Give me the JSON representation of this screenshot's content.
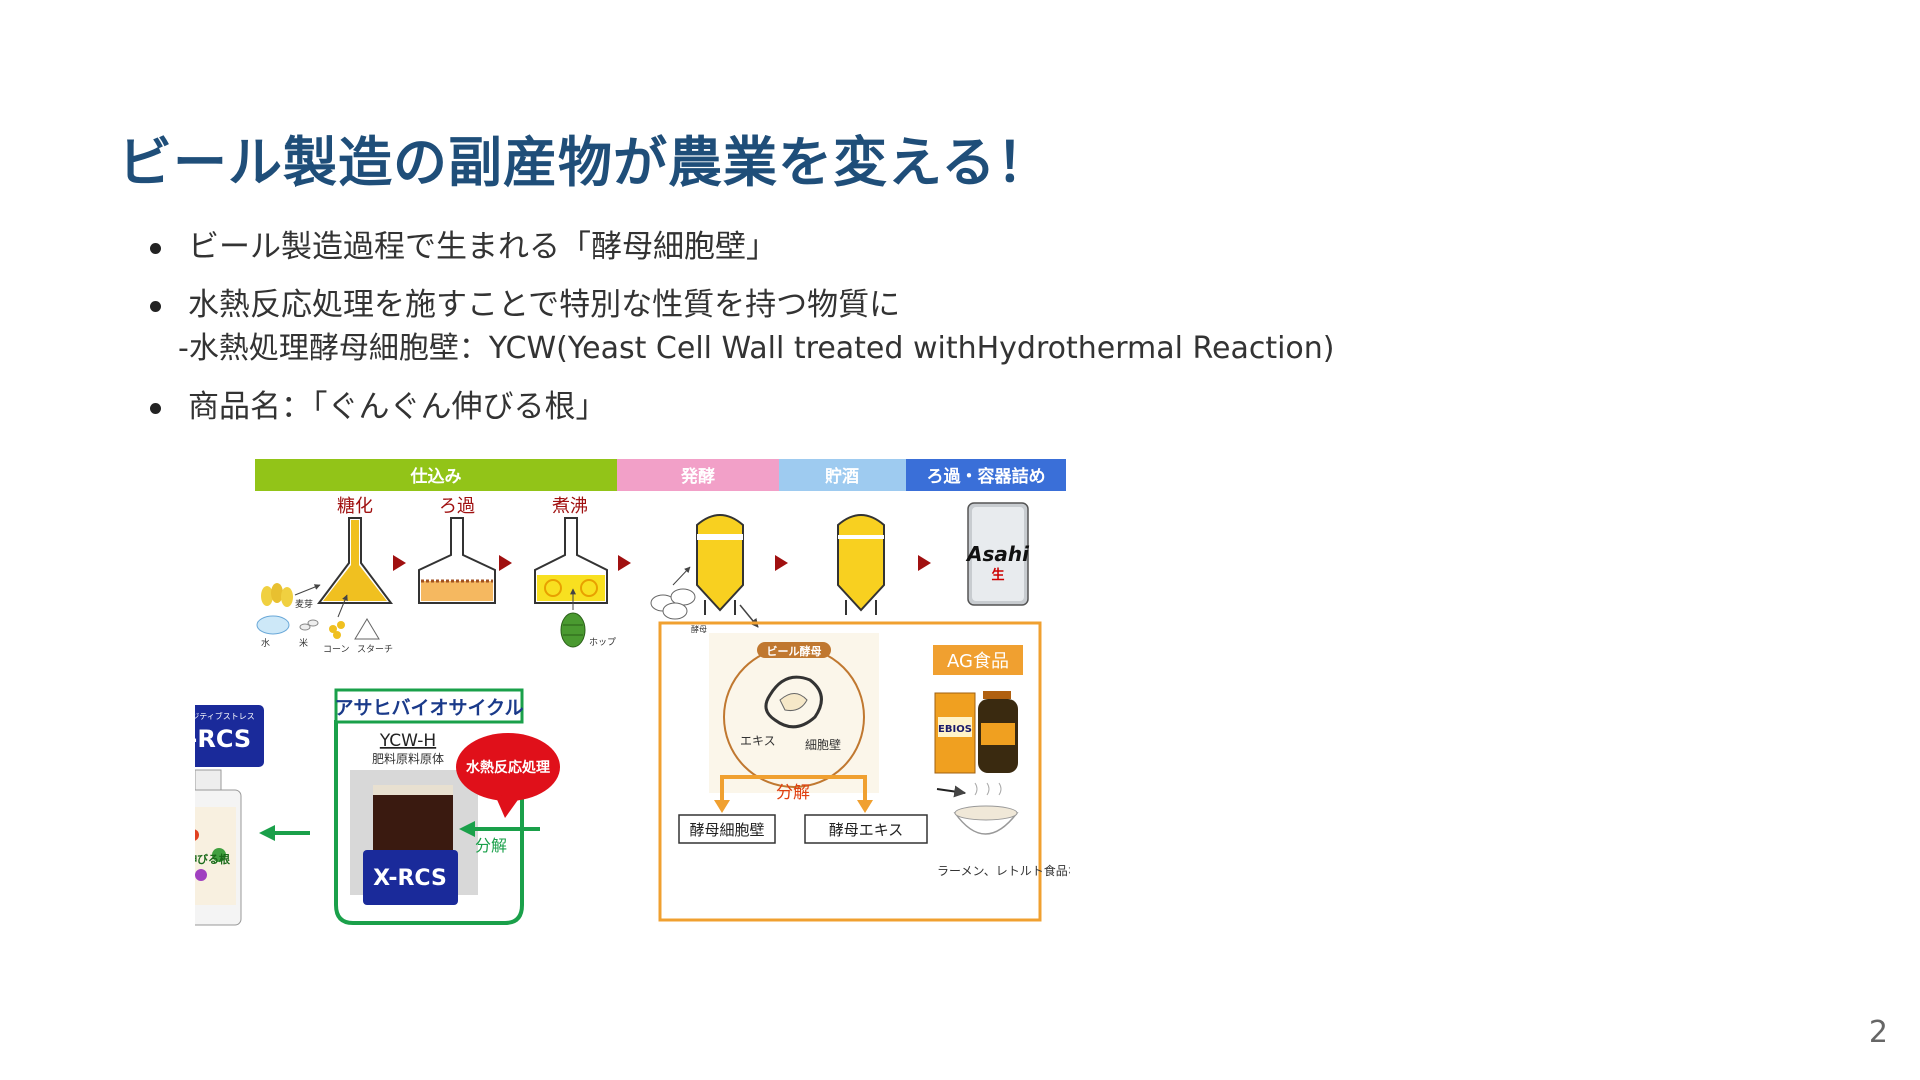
{
  "slide": {
    "title": "ビール製造の副産物が農業を変える！",
    "bullets": [
      {
        "text": "ビール製造過程で生まれる「酵母細胞壁」"
      },
      {
        "text": "水熱反応処理を施すことで特別な性質を持つ物質に",
        "sub": "-水熱処理酵母細胞壁：YCW(Yeast Cell Wall treated withHydrothermal Reaction)"
      },
      {
        "text": "商品名：「ぐんぐん伸びる根」"
      }
    ],
    "page_number": "2"
  },
  "figure": {
    "stage_bar": {
      "stages": [
        {
          "label": "仕込み",
          "color": "#92c418"
        },
        {
          "label": "発酵",
          "color": "#f2a0c8"
        },
        {
          "label": "貯酒",
          "color": "#9ecbf0"
        },
        {
          "label": "ろ過・容器詰め",
          "color": "#3a6fd8"
        }
      ]
    },
    "steps": {
      "saccharification": "糖化",
      "filtration": "ろ過",
      "boiling": "煮沸"
    },
    "ingredients": {
      "malt": "麦芽",
      "water": "水",
      "rice": "米",
      "corn": "コーン",
      "starch": "スターチ",
      "hops": "ホップ",
      "yeast": "酵母"
    },
    "can": {
      "brand": "Asahi",
      "sub": "生"
    },
    "beer_yeast_panel": {
      "title": "ビール酵母",
      "extract": "エキス",
      "cell_wall": "細胞壁"
    },
    "ag_food": {
      "label": "AG食品",
      "product": "EBIOS"
    },
    "decompose_top": "分解",
    "products": {
      "cell_wall_box": "酵母細胞壁",
      "extract_box": "酵母エキス"
    },
    "food_uses": "ラーメン、レトルト食品などの調味料",
    "asahi_bio": {
      "title": "アサヒバイオサイクル",
      "ycw": "YCW-H",
      "ycw_sub": "肥料原料原体"
    },
    "hydrothermal": "水熱反応処理",
    "decompose_left": "分解",
    "xrcs": {
      "tagline": "酵効ポジティブストレス",
      "logo": "X-RCS"
    },
    "bottle": {
      "label": "伸びる根"
    },
    "colors": {
      "orange": "#f0a030",
      "green": "#1aa04a",
      "red": "#e0101a",
      "darkred": "#a01010"
    }
  }
}
